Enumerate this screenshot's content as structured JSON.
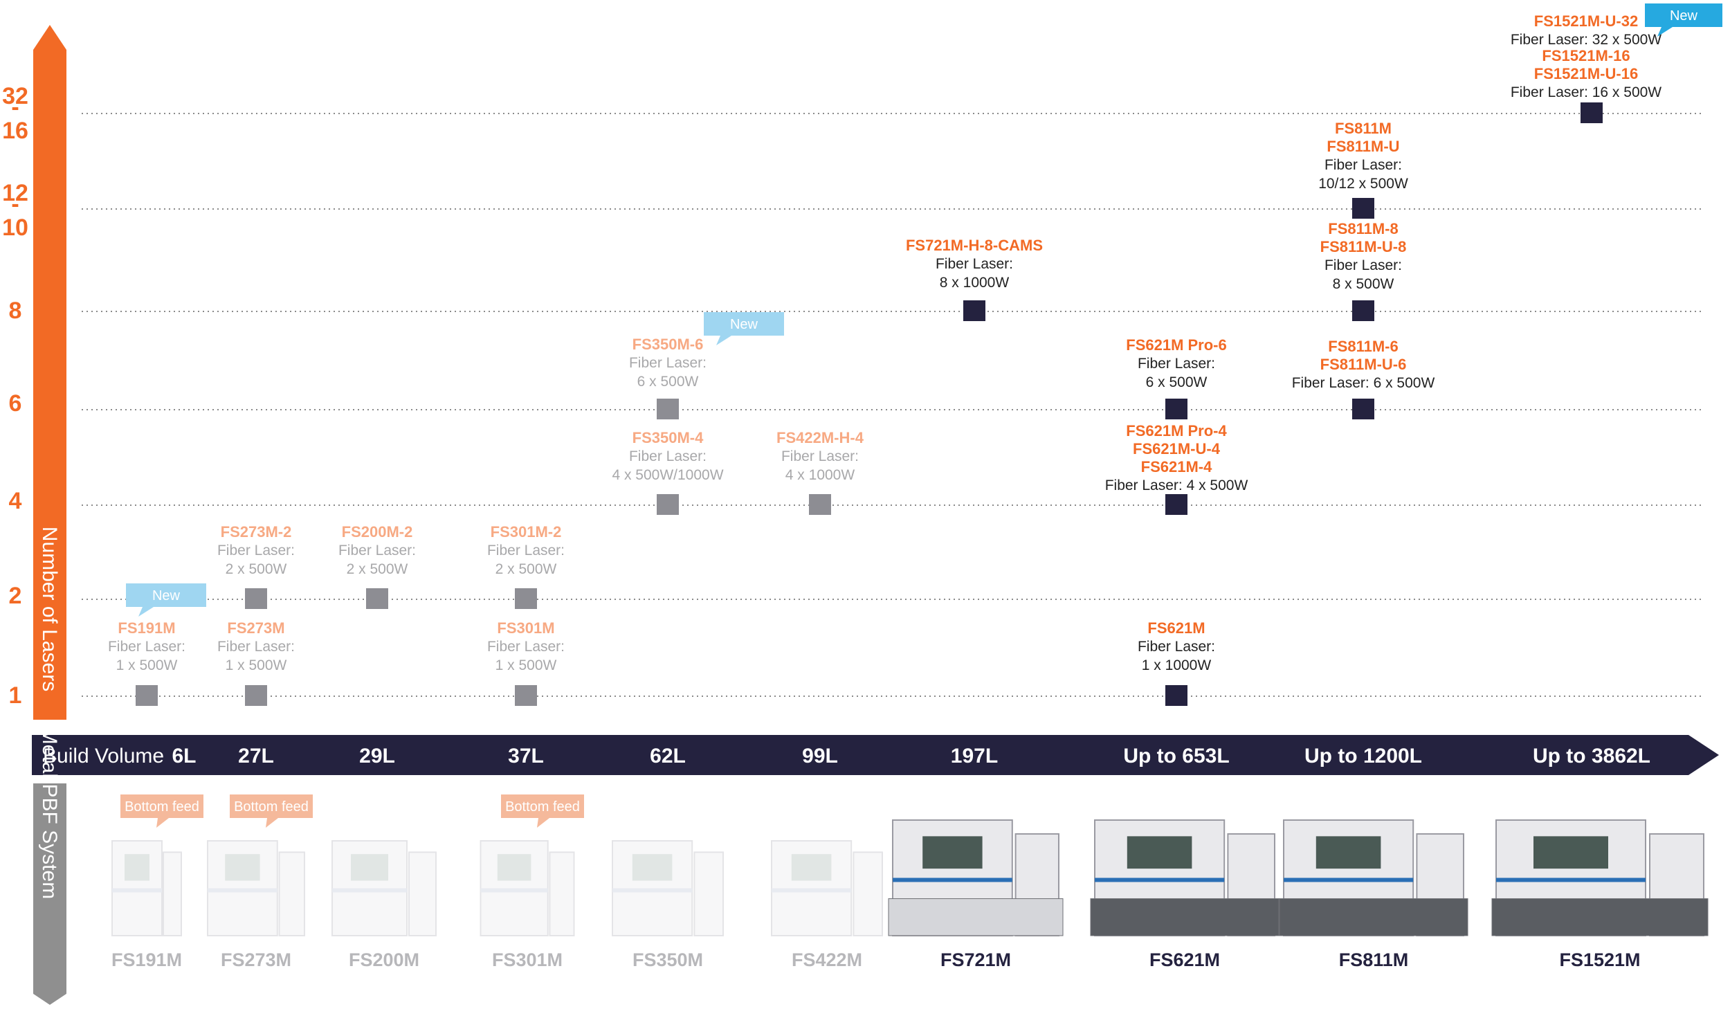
{
  "colors": {
    "accent_orange": "#f26a25",
    "light_orange": "#f7a983",
    "navy": "#24223f",
    "gray_square": "#8d8d93",
    "gray_text": "#a8a8aa",
    "dark_text": "#222222",
    "new_tag": "#26a9e0",
    "new_tag_light": "#9fd6f1",
    "bottom_feed_tag": "#f5b99b",
    "gridline": "#8a8a8a",
    "metal_pbf_bar": "#8f8f8f",
    "product_gray": "#b7b7ba"
  },
  "y_axis": {
    "title": "Number of Lasers",
    "labels": [
      {
        "text": "1",
        "level": 1
      },
      {
        "text": "2",
        "level": 2
      },
      {
        "text": "4",
        "level": 4
      },
      {
        "text": "6",
        "level": 6
      },
      {
        "text": "8",
        "level": 8
      },
      {
        "text": "12",
        "level": 12
      },
      {
        "text": "-",
        "level": 12
      },
      {
        "text": "10",
        "level": 12
      },
      {
        "text": "32",
        "level": 32
      },
      {
        "text": "-",
        "level": 32
      },
      {
        "text": "16",
        "level": 32
      }
    ]
  },
  "x_axis": {
    "title": "Build Volume",
    "volumes": [
      "6L",
      "27L",
      "29L",
      "37L",
      "62L",
      "99L",
      "197L",
      "Up to 653L",
      "Up to 1200L",
      "Up to 3862L"
    ]
  },
  "products_axis_title": "Metal PBF System",
  "products": [
    {
      "name": "FS191M",
      "tag": "Bottom feed",
      "highlight": false
    },
    {
      "name": "FS273M",
      "tag": "Bottom feed",
      "highlight": false
    },
    {
      "name": "FS200M",
      "tag": "",
      "highlight": false
    },
    {
      "name": "FS301M",
      "tag": "Bottom feed",
      "highlight": false
    },
    {
      "name": "FS350M",
      "tag": "",
      "highlight": false
    },
    {
      "name": "FS422M",
      "tag": "",
      "highlight": false
    },
    {
      "name": "FS721M",
      "tag": "",
      "highlight": true
    },
    {
      "name": "FS621M",
      "tag": "",
      "highlight": true
    },
    {
      "name": "FS811M",
      "tag": "",
      "highlight": true
    },
    {
      "name": "FS1521M",
      "tag": "",
      "highlight": true
    }
  ],
  "chart_data": {
    "type": "scatter",
    "x_categories": [
      "6L",
      "27L",
      "29L",
      "37L",
      "62L",
      "99L",
      "197L",
      "Up to 653L",
      "Up to 1200L",
      "Up to 3862L"
    ],
    "y_levels": [
      "1",
      "2",
      "4",
      "6",
      "8",
      "10-12",
      "16-32"
    ],
    "points": [
      {
        "x": "6L",
        "y": "1",
        "highlight": false,
        "new": true,
        "names": [
          "FS191M"
        ],
        "specs": [
          "Fiber Laser:",
          "1 x 500W"
        ]
      },
      {
        "x": "27L",
        "y": "1",
        "highlight": false,
        "new": false,
        "names": [
          "FS273M"
        ],
        "specs": [
          "Fiber Laser:",
          "1 x 500W"
        ]
      },
      {
        "x": "27L",
        "y": "2",
        "highlight": false,
        "new": false,
        "names": [
          "FS273M-2"
        ],
        "specs": [
          "Fiber Laser:",
          "2 x 500W"
        ]
      },
      {
        "x": "29L",
        "y": "2",
        "highlight": false,
        "new": false,
        "names": [
          "FS200M-2"
        ],
        "specs": [
          "Fiber Laser:",
          "2 x 500W"
        ]
      },
      {
        "x": "37L",
        "y": "1",
        "highlight": false,
        "new": false,
        "names": [
          "FS301M"
        ],
        "specs": [
          "Fiber Laser:",
          "1 x 500W"
        ]
      },
      {
        "x": "37L",
        "y": "2",
        "highlight": false,
        "new": false,
        "names": [
          "FS301M-2"
        ],
        "specs": [
          "Fiber Laser:",
          "2 x 500W"
        ]
      },
      {
        "x": "62L",
        "y": "4",
        "highlight": false,
        "new": false,
        "names": [
          "FS350M-4"
        ],
        "specs": [
          "Fiber Laser:",
          "4 x 500W/1000W"
        ]
      },
      {
        "x": "62L",
        "y": "6",
        "highlight": false,
        "new": true,
        "names": [
          "FS350M-6"
        ],
        "specs": [
          "Fiber Laser:",
          "6 x 500W"
        ]
      },
      {
        "x": "99L",
        "y": "4",
        "highlight": false,
        "new": false,
        "names": [
          "FS422M-H-4"
        ],
        "specs": [
          "Fiber Laser:",
          "4 x 1000W"
        ]
      },
      {
        "x": "197L",
        "y": "8",
        "highlight": true,
        "new": false,
        "names": [
          "FS721M-H-8-CAMS"
        ],
        "specs": [
          "Fiber Laser:",
          "8 x 1000W"
        ]
      },
      {
        "x": "Up to 653L",
        "y": "1",
        "highlight": true,
        "new": false,
        "names": [
          "FS621M"
        ],
        "specs": [
          "Fiber Laser:",
          "1 x 1000W"
        ]
      },
      {
        "x": "Up to 653L",
        "y": "4",
        "highlight": true,
        "new": false,
        "names": [
          "FS621M Pro-4",
          "FS621M-U-4",
          "FS621M-4"
        ],
        "specs": [
          "Fiber Laser: 4 x 500W"
        ]
      },
      {
        "x": "Up to 653L",
        "y": "6",
        "highlight": true,
        "new": false,
        "names": [
          "FS621M Pro-6"
        ],
        "specs": [
          "Fiber Laser:",
          "6 x 500W"
        ]
      },
      {
        "x": "Up to 1200L",
        "y": "6",
        "highlight": true,
        "new": false,
        "names": [
          "FS811M-6",
          "FS811M-U-6"
        ],
        "specs": [
          "Fiber Laser: 6 x 500W"
        ]
      },
      {
        "x": "Up to 1200L",
        "y": "8",
        "highlight": true,
        "new": false,
        "names": [
          "FS811M-8",
          "FS811M-U-8"
        ],
        "specs": [
          "Fiber Laser:",
          "8 x 500W"
        ]
      },
      {
        "x": "Up to 1200L",
        "y": "10-12",
        "highlight": true,
        "new": false,
        "names": [
          "FS811M",
          "FS811M-U"
        ],
        "specs": [
          "Fiber Laser:",
          "10/12 x 500W"
        ]
      },
      {
        "x": "Up to 3862L",
        "y": "16-32",
        "highlight": true,
        "new": true,
        "names": [
          "FS1521M-U-32"
        ],
        "specs": [
          "Fiber Laser: 32 x 500W"
        ]
      },
      {
        "x": "Up to 3862L",
        "y": "16-32",
        "highlight": true,
        "new": false,
        "names": [
          "FS1521M-16",
          "FS1521M-U-16"
        ],
        "specs": [
          "Fiber Laser: 16 x 500W"
        ]
      }
    ],
    "new_tag_text": "New",
    "grid": true,
    "grid_style": "dotted"
  }
}
